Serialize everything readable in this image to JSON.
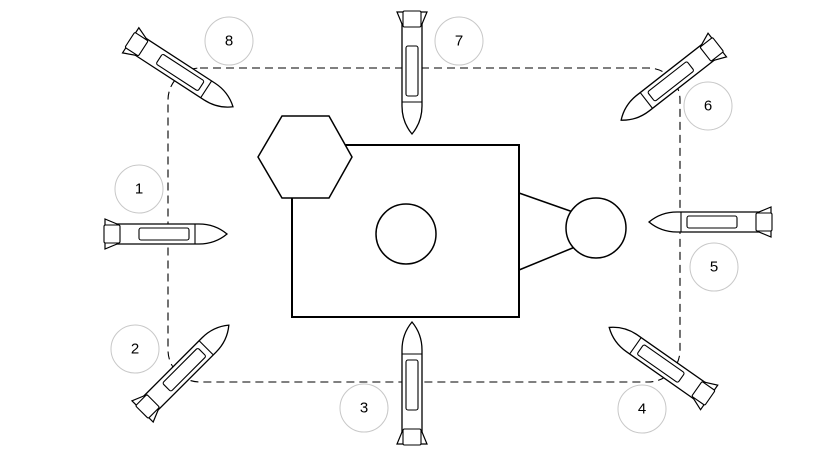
{
  "diagram": {
    "stroke_color": "#000000",
    "label_circle_stroke": "#c8c8c8",
    "background": "#ffffff",
    "labels": [
      "1",
      "2",
      "3",
      "4",
      "5",
      "6",
      "7",
      "8"
    ]
  }
}
